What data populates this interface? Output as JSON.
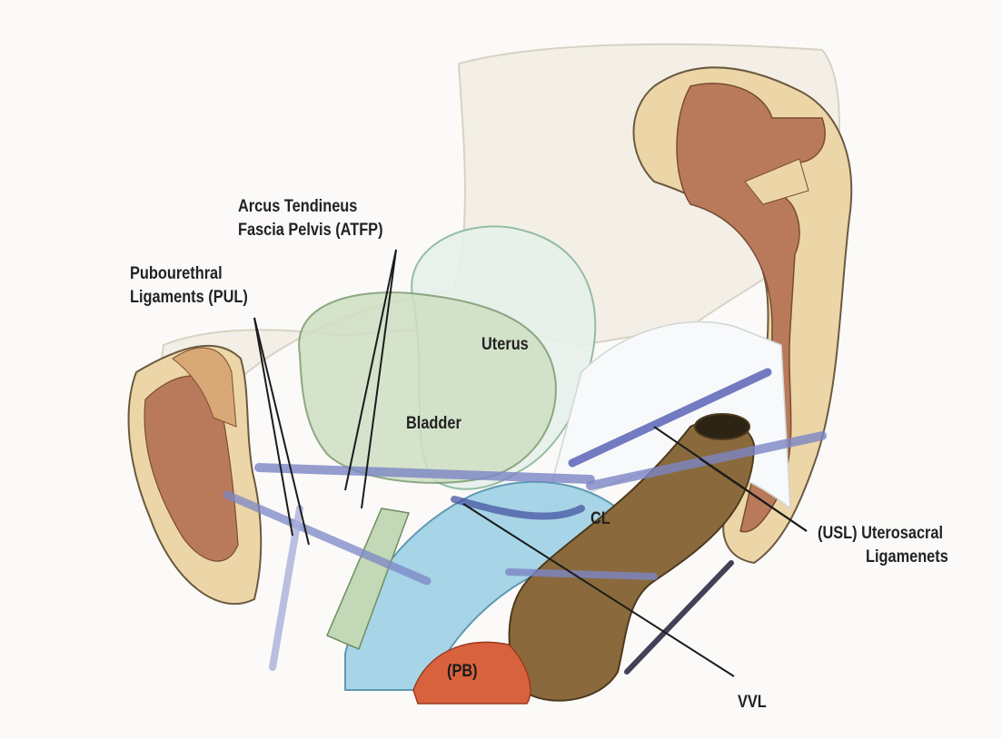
{
  "figure": {
    "labels": {
      "atfp_line1": "Arcus Tendineus",
      "atfp_line2": "Fascia Pelvis (ATFP)",
      "pul_line1": "Pubourethral",
      "pul_line2": "Ligaments (PUL)",
      "uterus": "Uterus",
      "bladder": "Bladder",
      "cl": "CL",
      "usl_line1": "(USL) Uterosacral",
      "usl_line2": "Ligamenets",
      "pb": "(PB)",
      "vvl": "VVL"
    },
    "colors": {
      "paper": "#fbfaf8",
      "pelvis_backdrop": "#f3efe6",
      "bone": "#ecd6a8",
      "bone_marrow": "#b97a5c",
      "bladder": "#cfe0c4",
      "uterus": "#e6f1ea",
      "vagina": "#9fd2e6",
      "rectum": "#8a6a3c",
      "perineal_body": "#d8623e",
      "ligament": "#7c86c6",
      "leader_line": "#1c1c1c"
    }
  }
}
